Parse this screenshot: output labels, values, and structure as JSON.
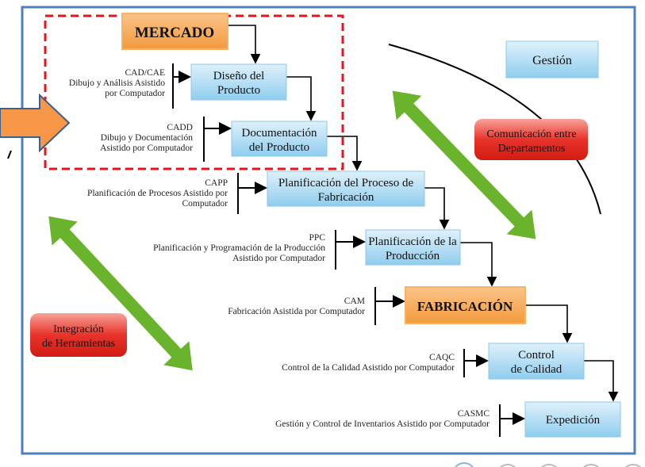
{
  "colors": {
    "frame": "#4f7fbf",
    "dashed": "#e8141c",
    "orange": "#f79646",
    "blue_box": "#9fd4ef",
    "red_box": "#e8332a",
    "green": "#6ab42d"
  },
  "market": "MERCADO",
  "manufacturing": "FABRICACIÓN",
  "management": "Gestión",
  "communication": [
    "Comunicación entre",
    "Departamentos"
  ],
  "integration": [
    "Integración",
    "de Herramientas"
  ],
  "steps": [
    {
      "box": [
        "Diseño del",
        "Producto"
      ],
      "acronym": "CAD/CAE",
      "desc": [
        "Dibujo y Análisis Asistido",
        "por Computador"
      ]
    },
    {
      "box": [
        "Documentación",
        "del Producto"
      ],
      "acronym": "CADD",
      "desc": [
        "Dibujo y Documentación",
        "Asistido por Computador"
      ]
    },
    {
      "box": [
        "Planificación del Proceso de",
        "Fabricación"
      ],
      "acronym": "CAPP",
      "desc": [
        "Planificación de Procesos Asistido por",
        "Computador"
      ]
    },
    {
      "box": [
        "Planificación de la",
        "Producción"
      ],
      "acronym": "PPC",
      "desc": [
        "Planificación y Programación de la Producción",
        "Asistido por Computador"
      ]
    },
    {
      "acronym": "CAM",
      "desc": [
        "Fabricación Asistida por Computador"
      ]
    },
    {
      "box": [
        "Control",
        "de Calidad"
      ],
      "acronym": "CAQC",
      "desc": [
        "Control de la Calidad Asistido por Computador"
      ]
    },
    {
      "box": [
        "Expedición"
      ],
      "acronym": "CASMC",
      "desc": [
        "Gestión y Control de Inventarios Asistido por Computador"
      ]
    }
  ]
}
